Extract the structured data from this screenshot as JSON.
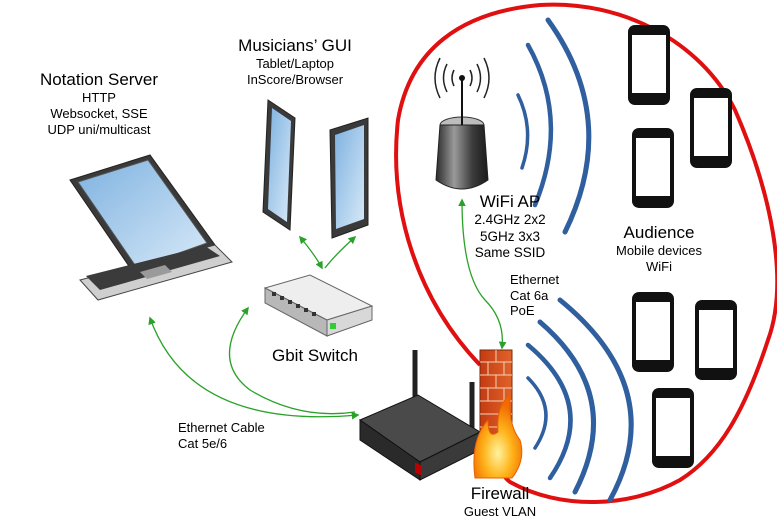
{
  "notation_server": {
    "title": "Notation Server",
    "lines": [
      "HTTP",
      "Websocket, SSE",
      "UDP uni/multicast"
    ]
  },
  "musicians_gui": {
    "title": "Musicians’ GUI",
    "lines": [
      "Tablet/Laptop",
      "InScore/Browser"
    ]
  },
  "wifi_ap": {
    "title": "WiFi AP",
    "lines": [
      "2.4GHz 2x2",
      "5GHz 3x3",
      "Same SSID"
    ]
  },
  "audience": {
    "title": "Audience",
    "lines": [
      "Mobile devices",
      "WiFi"
    ]
  },
  "switch": {
    "title": "Gbit Switch"
  },
  "ethernet_cable": {
    "lines": [
      "Ethernet Cable",
      "Cat 5e/6"
    ]
  },
  "ethernet_poe": {
    "lines": [
      "Ethernet",
      "Cat 6a",
      "PoE"
    ]
  },
  "firewall": {
    "title": "Firewall",
    "sub": "Guest VLAN"
  },
  "colors": {
    "arrow": "#2aa22a",
    "wave": "#2f5f9e",
    "boundary": "#e01010",
    "device_dark": "#2b2b2b"
  }
}
